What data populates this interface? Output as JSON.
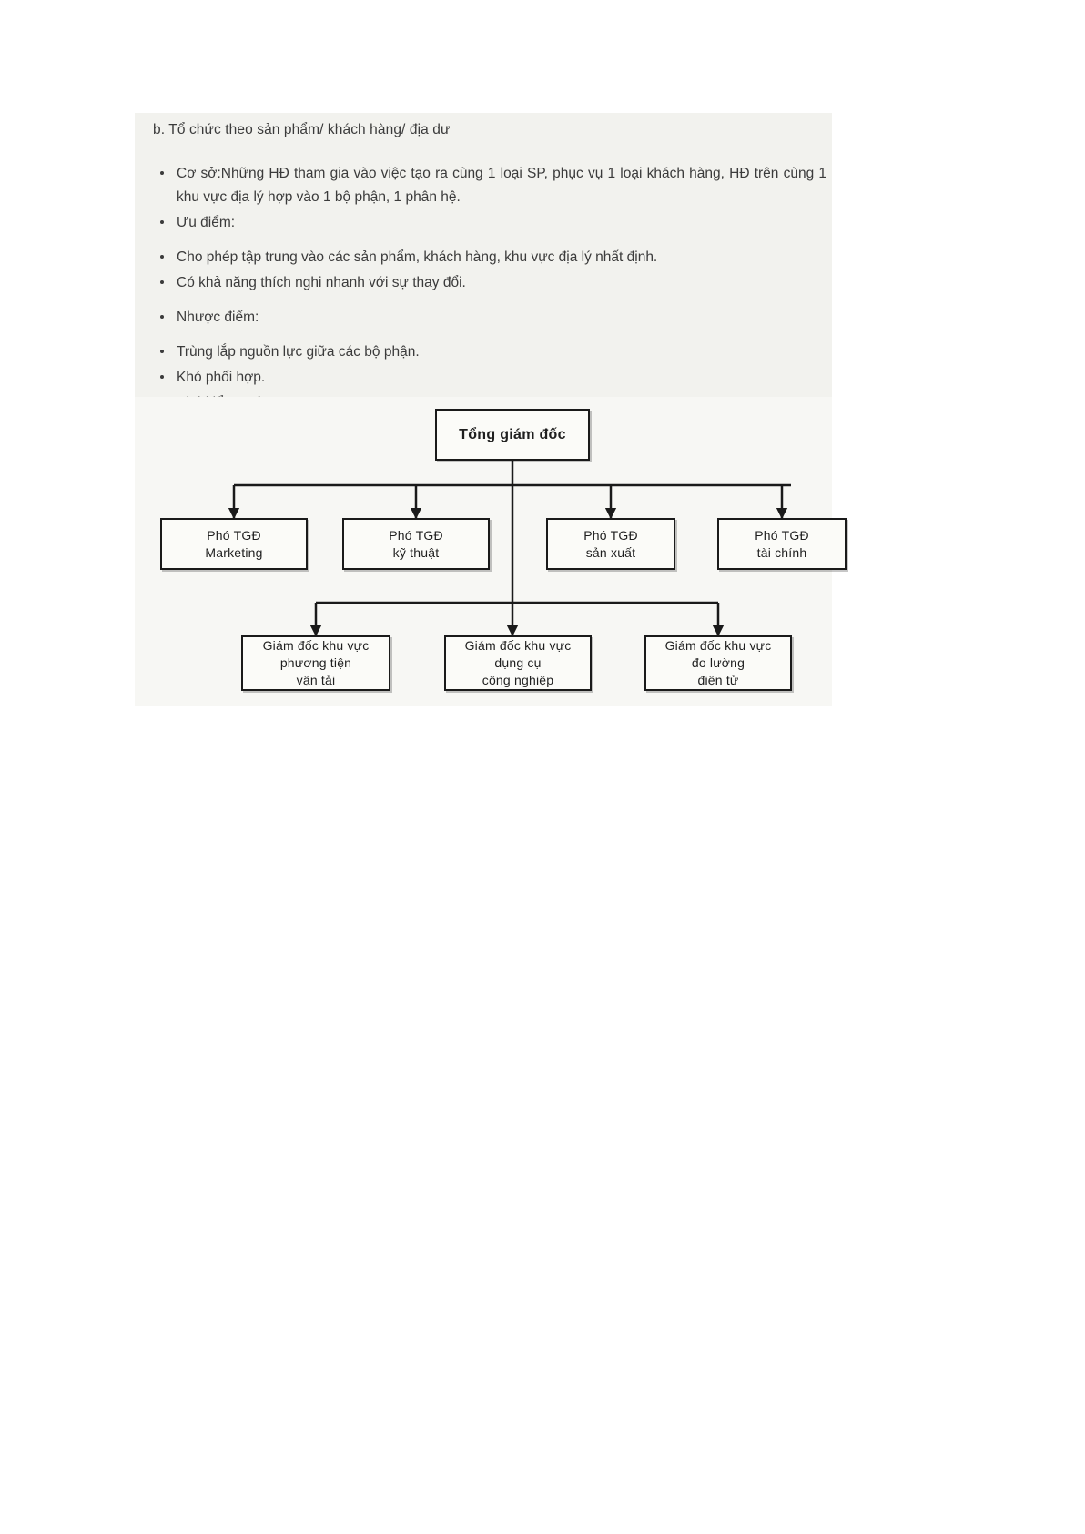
{
  "document": {
    "heading": "b. Tổ chức theo sản phẩm/ khách hàng/ địa dư",
    "bullets": [
      "Cơ sở:Những HĐ tham gia vào  việc tạo ra cùng 1 loại SP, phục  vụ 1 loại khách  hàng, HĐ trên cùng 1 khu vực  địa lý hợp vào 1 bộ phận, 1 phân hệ.",
      "Ưu điểm:",
      "Cho phép tập trung vào các sản phẩm, khách hàng, khu vực địa lý nhất định.",
      "Có khả năng thích nghi nhanh với sự thay đổi.",
      "Nhược điểm:",
      "Trùng lắp nguồn lực giữa các bộ phận.",
      "Khó phối hợp.",
      "Khó kiểm soát."
    ]
  },
  "org_chart": {
    "root": "Tổng giám đốc",
    "level2": [
      "Phó TGĐ\nMarketing",
      "Phó TGĐ\nkỹ thuật",
      "Phó TGĐ\nsản xuất",
      "Phó TGĐ\ntài chính"
    ],
    "level3": [
      "Giám đốc khu vực\nphương tiện\nvận tải",
      "Giám đốc khu vực\ndụng cụ\ncông nghiệp",
      "Giám đốc khu vực\nđo lường\nđiện tử"
    ]
  },
  "colors": {
    "page_background": "#ffffff",
    "text_panel": "#f2f2ee",
    "diagram_panel": "#f7f7f4",
    "ink": "#3b3b3b",
    "box_border": "#1a1a1a",
    "box_fill": "#fbfbf8"
  }
}
